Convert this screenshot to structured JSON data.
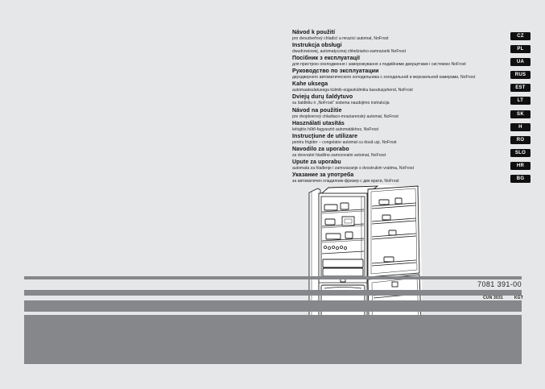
{
  "page": {
    "background": "#e6e7e8",
    "stripe_color": "#85878a",
    "badge_bg": "#101010",
    "badge_fg": "#ffffff"
  },
  "footer": {
    "doc_number": "7081 391-00",
    "model_code": "CUN 3031",
    "edition_code": "KGT"
  },
  "languages": [
    {
      "code": "CZ",
      "title": "Návod k použití",
      "subtitle": "pro dvoudveřový chladicí a mrazicí automat, NoFrost"
    },
    {
      "code": "PL",
      "title": "Instrukcja obsługi",
      "subtitle": "dwudrzwiowej, automatycznej chłodziarko-zamrażarki NoFrost"
    },
    {
      "code": "UA",
      "title": "Посібник з експлуатації",
      "subtitle": "для пристрою охолодження і заморожування з подвійними дверцятами і системою NoFrost"
    },
    {
      "code": "RUS",
      "title": "Руководство по эксплуатации",
      "subtitle": "двухдверного автоматического холодильника с холодильной и морозильной камерами, NoFrost"
    },
    {
      "code": "EST",
      "title": "Kahe uksega",
      "subtitle": "automaatsulatusega külmik-sügavkülmiku kasutusjuhend, NoFrost"
    },
    {
      "code": "LT",
      "title": "Dviejų durų šaldytuvo",
      "subtitle": "su šaldikliu ir „NoFrost“ sistema naudojimo instrukcija"
    },
    {
      "code": "SK",
      "title": "Návod na použitie",
      "subtitle": "pre dvojdverový chladiaco-mraziarenský automat, NoFrost"
    },
    {
      "code": "H",
      "title": "Használati utasítás",
      "subtitle": "kétajtós hűtő-fagyasztó automatákhoz, NoFrost"
    },
    {
      "code": "RO",
      "title": "Instrucţiune de utilizare",
      "subtitle": "pentru frigider – congelator automat cu două uşi, NoFrost"
    },
    {
      "code": "SLO",
      "title": "Navodilo za uporabo",
      "subtitle": "za dvovratni hladilno-zamrzovalni avtomat, NoFrost"
    },
    {
      "code": "HR",
      "title": "Upute za uporabu",
      "subtitle": "automata za hlađenje i zamrzavanje s dvostrukim vratima, NoFrost"
    },
    {
      "code": "BG",
      "title": "Указание за употреба",
      "subtitle": "за автоматичен хладилник-фризер с две врати, NoFrost"
    }
  ],
  "illustration": {
    "name": "two-door fridge-freezer with both doors open, line drawing"
  }
}
